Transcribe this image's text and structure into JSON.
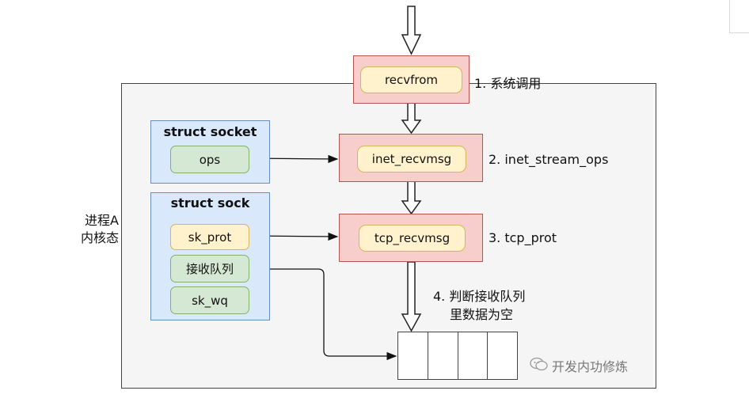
{
  "kernel": {
    "label_line1": "进程A",
    "label_line2": "内核态"
  },
  "functions": {
    "recvfrom": "recvfrom",
    "inet_recvmsg": "inet_recvmsg",
    "tcp_recvmsg": "tcp_recvmsg"
  },
  "steps": {
    "step1": "1. 系统调用",
    "step2": "2. inet_stream_ops",
    "step3": "3. tcp_prot",
    "step4_line1": "4. 判断接收队列",
    "step4_line2": "里数据为空"
  },
  "struct_socket": {
    "title": "struct socket",
    "ops": "ops"
  },
  "struct_sock": {
    "title": "struct sock",
    "sk_prot": "sk_prot",
    "recv_queue": "接收队列",
    "sk_wq": "sk_wq"
  },
  "watermark": "开发内功修炼",
  "colors": {
    "pink_fill": "#f8cecc",
    "yellow_fill": "#fff2cc",
    "blue_fill": "#dae8fc",
    "green_fill": "#d5e8d4",
    "kernel_fill": "#f5f5f5"
  }
}
